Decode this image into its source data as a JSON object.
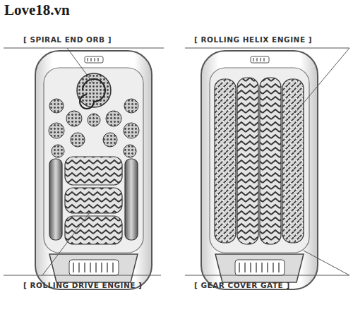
{
  "diagram": {
    "labels": [
      "Love18.vn",
      "[ SPIRAL END ORB ]",
      "[ ROLLING HELIX ENGINE ]",
      "[ ROLLING DRIVE ENGINE ]",
      "[ GEAR COVER GATE ]"
    ]
  }
}
